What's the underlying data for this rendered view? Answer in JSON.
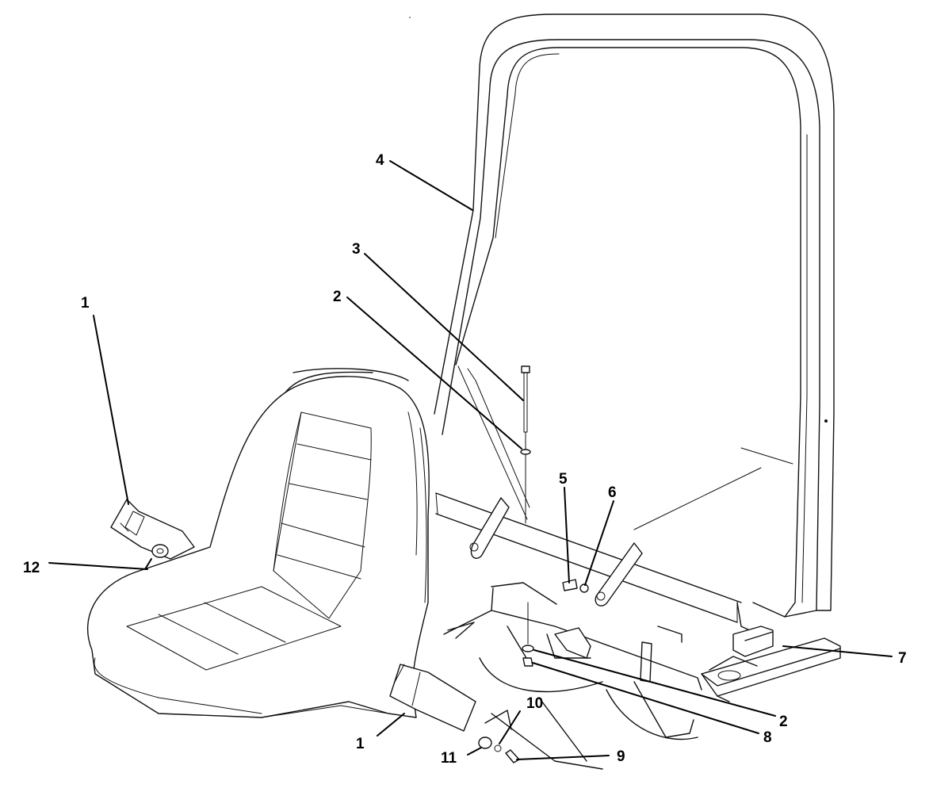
{
  "diagram": {
    "callouts": [
      {
        "id": "c1a",
        "text": "1"
      },
      {
        "id": "c12",
        "text": "12"
      },
      {
        "id": "c4",
        "text": "4"
      },
      {
        "id": "c3",
        "text": "3"
      },
      {
        "id": "c2a",
        "text": "2"
      },
      {
        "id": "c5",
        "text": "5"
      },
      {
        "id": "c6",
        "text": "6"
      },
      {
        "id": "c7",
        "text": "7"
      },
      {
        "id": "c2b",
        "text": "2"
      },
      {
        "id": "c8",
        "text": "8"
      },
      {
        "id": "c1b",
        "text": "1"
      },
      {
        "id": "c10",
        "text": "10"
      },
      {
        "id": "c11",
        "text": "11"
      },
      {
        "id": "c9",
        "text": "9"
      }
    ]
  }
}
